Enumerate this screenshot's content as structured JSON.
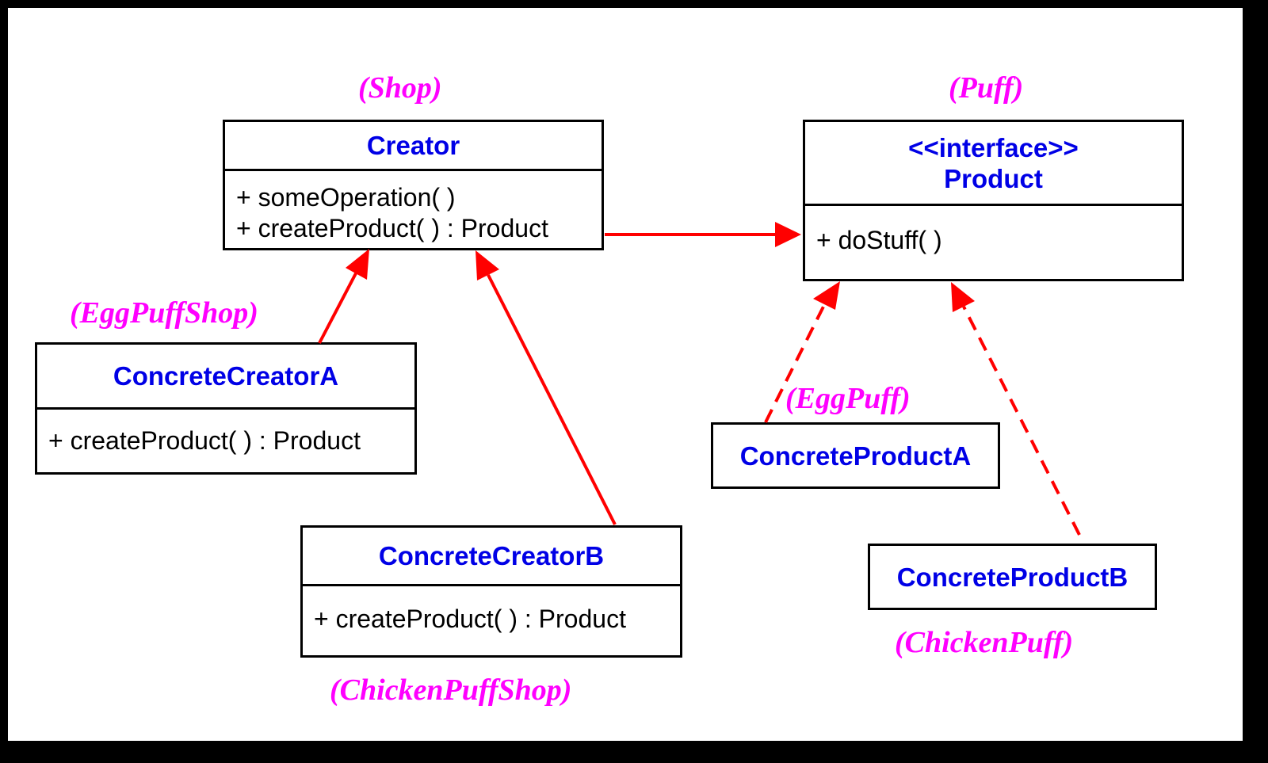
{
  "colors": {
    "class_name": "#0000e6",
    "tag": "#ff00ff",
    "arrow": "#ff0000",
    "border": "#000000",
    "background": "#000000"
  },
  "creator": {
    "tag": "(Shop)",
    "name": "Creator",
    "methods": [
      "+ someOperation( )",
      "+ createProduct( ) : Product"
    ]
  },
  "product": {
    "tag": "(Puff)",
    "stereotype": "<<interface>>",
    "name": "Product",
    "methods": [
      "+ doStuff( )"
    ]
  },
  "concrete_creator_a": {
    "tag": "(EggPuffShop)",
    "name": "ConcreteCreatorA",
    "methods": [
      "+ createProduct( ) : Product"
    ]
  },
  "concrete_creator_b": {
    "tag": "(ChickenPuffShop)",
    "name": "ConcreteCreatorB",
    "methods": [
      "+ createProduct( ) : Product"
    ]
  },
  "concrete_product_a": {
    "tag": "(EggPuff)",
    "name": "ConcreteProductA"
  },
  "concrete_product_b": {
    "tag": "(ChickenPuff)",
    "name": "ConcreteProductB"
  }
}
